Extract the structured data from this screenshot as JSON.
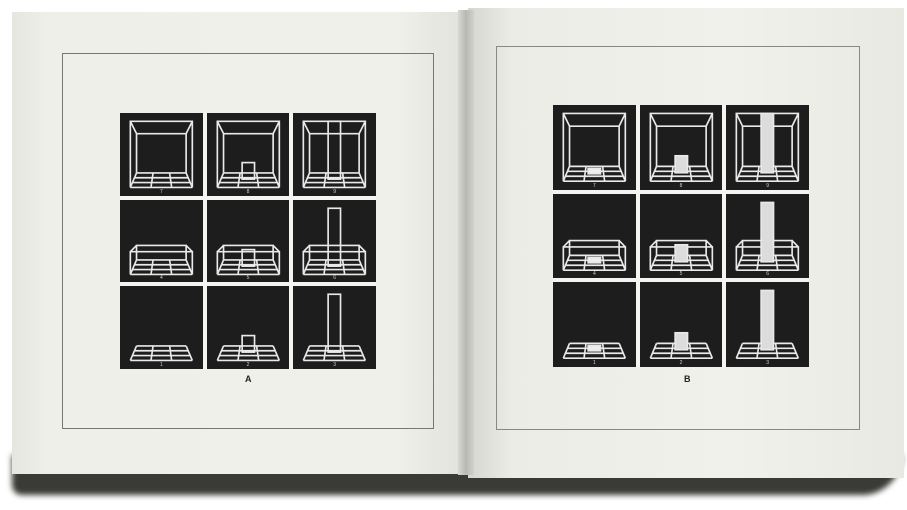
{
  "panels": [
    {
      "label": "A",
      "cells": [
        {
          "wall": "full",
          "fill": "none",
          "number": "7"
        },
        {
          "wall": "full",
          "fill": "low",
          "number": "8"
        },
        {
          "wall": "full",
          "fill": "tall",
          "number": "9"
        },
        {
          "wall": "half",
          "fill": "none",
          "number": "4"
        },
        {
          "wall": "half",
          "fill": "low",
          "number": "5"
        },
        {
          "wall": "half",
          "fill": "tall",
          "number": "6"
        },
        {
          "wall": "none",
          "fill": "none",
          "number": "1"
        },
        {
          "wall": "none",
          "fill": "low",
          "number": "2"
        },
        {
          "wall": "none",
          "fill": "tall",
          "number": "3"
        }
      ]
    },
    {
      "label": "B",
      "cells": [
        {
          "wall": "full",
          "fill": "flat",
          "number": "7",
          "shaded": true
        },
        {
          "wall": "full",
          "fill": "low",
          "number": "8",
          "shaded": true
        },
        {
          "wall": "full",
          "fill": "tall",
          "number": "9",
          "shaded": true
        },
        {
          "wall": "half",
          "fill": "flat",
          "number": "4",
          "shaded": true
        },
        {
          "wall": "half",
          "fill": "low",
          "number": "5",
          "shaded": true
        },
        {
          "wall": "half",
          "fill": "tall",
          "number": "6",
          "shaded": true
        },
        {
          "wall": "none",
          "fill": "flat",
          "number": "1",
          "shaded": true
        },
        {
          "wall": "none",
          "fill": "low",
          "number": "2",
          "shaded": true
        },
        {
          "wall": "none",
          "fill": "tall",
          "number": "3",
          "shaded": true
        }
      ]
    }
  ]
}
